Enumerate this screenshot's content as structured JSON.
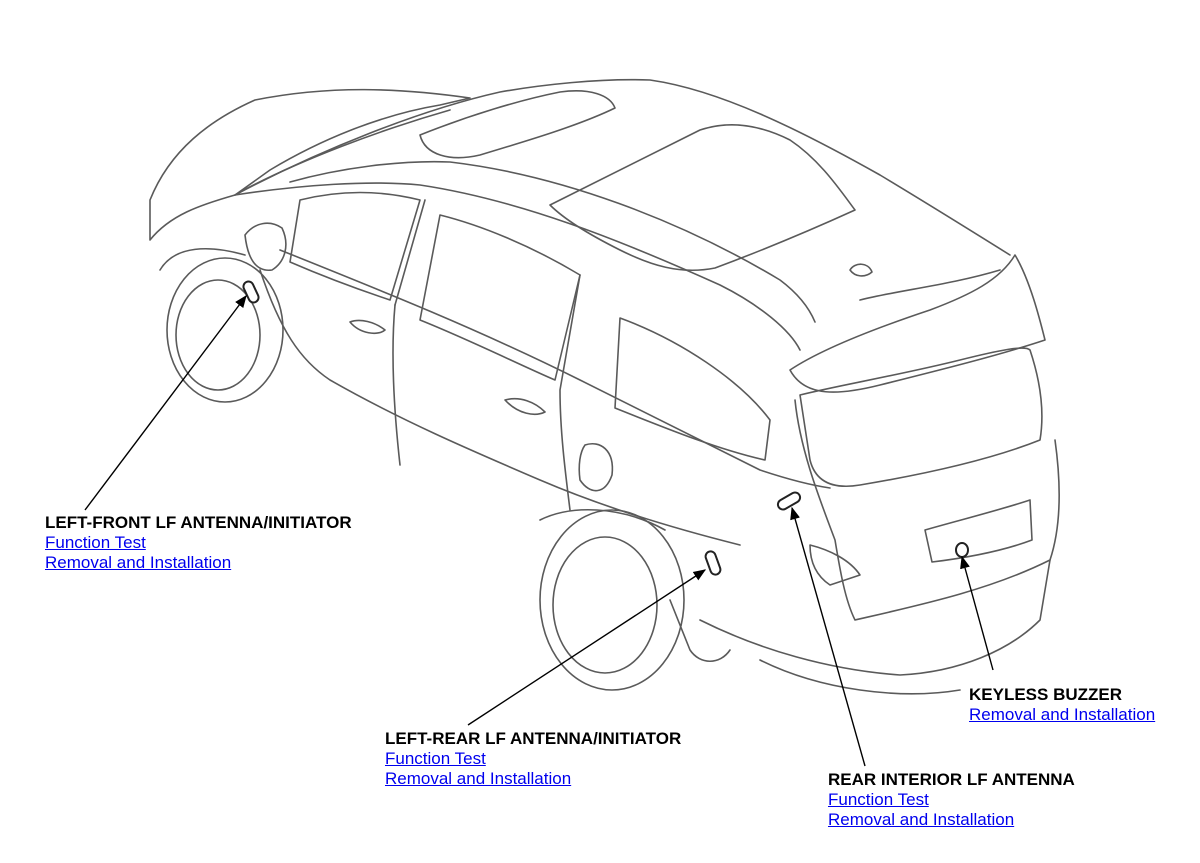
{
  "callouts": {
    "left_front": {
      "title": "LEFT-FRONT LF ANTENNA/INITIATOR",
      "links": [
        "Function Test",
        "Removal and Installation"
      ]
    },
    "left_rear": {
      "title": "LEFT-REAR LF ANTENNA/INITIATOR",
      "links": [
        "Function Test",
        "Removal and Installation"
      ]
    },
    "rear_interior": {
      "title": "REAR INTERIOR LF ANTENNA",
      "links": [
        "Function Test",
        "Removal and Installation"
      ]
    },
    "keyless_buzzer": {
      "title": "KEYLESS BUZZER",
      "links": [
        "Removal and Installation"
      ]
    }
  },
  "colors": {
    "line": "#5a5a5a",
    "link": "#0000ee",
    "text": "#000000"
  }
}
